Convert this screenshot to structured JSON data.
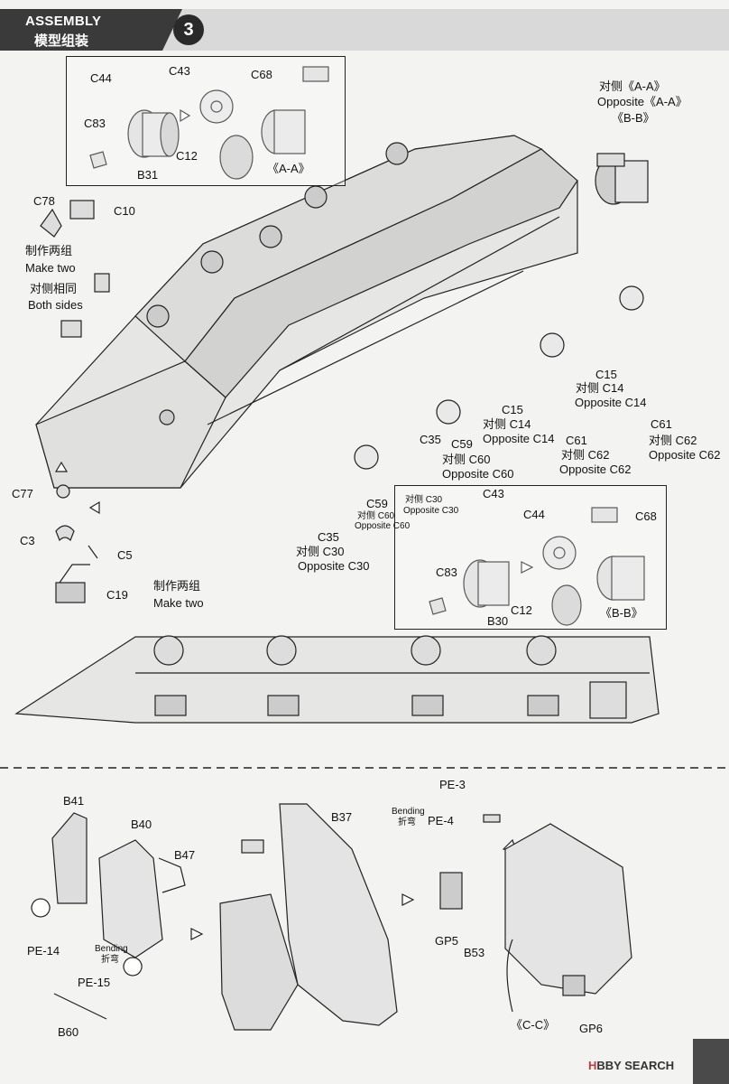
{
  "header": {
    "title_en": "ASSEMBLY",
    "title_cn": "模型组装",
    "step": "3"
  },
  "labels": {
    "c44a": "C44",
    "c43a": "C43",
    "c68a": "C68",
    "c83a": "C83",
    "b31": "B31",
    "c12a": "C12",
    "aa_view": "《A-A》",
    "c78": "C78",
    "c10": "C10",
    "make_two_cn1": "制作两组",
    "make_two_en1": "Make two",
    "both_cn": "对侧相同",
    "both_en": "Both sides",
    "c77": "C77",
    "c3": "C3",
    "c5": "C5",
    "c19": "C19",
    "make_two_cn2": "制作两组",
    "make_two_en2": "Make two",
    "opp_aa_cn": "对侧《A-A》",
    "opp_aa_en": "Opposite《A-A》",
    "bb_view": "《B-B》",
    "c15a": "C15",
    "c14a_cn": "对侧 C14",
    "c14a_en": "Opposite C14",
    "c15b": "C15",
    "c14b_cn": "对侧 C14",
    "c14b_en": "Opposite C14",
    "c61a": "C61",
    "c62a_cn": "对侧 C62",
    "c62a_en": "Opposite C62",
    "c61b": "C61",
    "c62b_cn": "对侧 C62",
    "c62b_en": "Opposite C62",
    "c35a": "C35",
    "c30a_cn": "对侧 C30",
    "c30a_en": "Opposite C30",
    "c59a": "C59",
    "c60a_cn": "对侧 C60",
    "c60a_en": "Opposite C60",
    "c59b": "C59",
    "c60b_cn": "对侧 C60",
    "c60b_en": "Opposite C60",
    "c35b": "C35",
    "c30b_cn": "对侧 C30",
    "c30b_en": "Opposite C30",
    "c43b": "C43",
    "c44b": "C44",
    "c68b": "C68",
    "c83b": "C83",
    "b30": "B30",
    "c12b": "C12",
    "bb_view2": "《B-B》",
    "b41": "B41",
    "b40": "B40",
    "b47": "B47",
    "pe14": "PE-14",
    "bend1_en": "Bending",
    "bend1_cn": "折弯",
    "pe15": "PE-15",
    "b60": "B60",
    "b37": "B37",
    "pe3": "PE-3",
    "bend2_en": "Bending",
    "bend2_cn": "折弯",
    "pe4": "PE-4",
    "gp5": "GP5",
    "b53": "B53",
    "cc_view": "《C-C》",
    "gp6": "GP6"
  },
  "watermark": {
    "brand_a": "H",
    "brand_b": "BBY SEARCH"
  },
  "colors": {
    "header_dark": "#3a3a3a",
    "header_light": "#d9d9d9",
    "line": "#222222",
    "brand": "#c23a3a"
  }
}
